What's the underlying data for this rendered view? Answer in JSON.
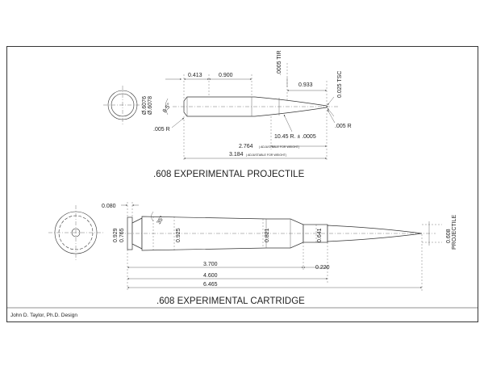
{
  "projectile": {
    "title": ".608 EXPERIMENTAL PROJECTILE",
    "dim_0413": "0.413",
    "dim_0900": "0.900",
    "dim_0933": "0.933",
    "dim_tir": ".0005 TIR",
    "dim_tsc": "0.025 TSC",
    "dim_diam1": "Ø.6076",
    "dim_diam2": "Ø.6078",
    "dim_angle": "8.5°",
    "dim_r_left": ".005 R",
    "dim_r_right": ".005 R",
    "dim_ogive": "10.45 R. ± .0005",
    "dim_2764": "2.764",
    "note_2764": "( ADJUSTABLE FOR WEIGHT)",
    "dim_3184": "3.184",
    "note_3184": "( ADJUSTABLE FOR WEIGHT)"
  },
  "cartridge": {
    "title": ".608 EXPERIMENTAL CARTRIDGE",
    "dim_0080": "0.080",
    "dim_0929": "0.929",
    "dim_0765": "0.765",
    "dim_angle": "35°",
    "dim_0925": "0.925",
    "dim_0821": "0.821",
    "dim_0641": "0.641",
    "dim_0608": "0.608",
    "label_projectile": "PROJECTILE",
    "dim_3700": "3.700",
    "dim_0220": "0.220",
    "dim_4600": "4.600",
    "dim_6465": "6.465"
  },
  "credit": "John D. Taylor, Ph.D. Design"
}
